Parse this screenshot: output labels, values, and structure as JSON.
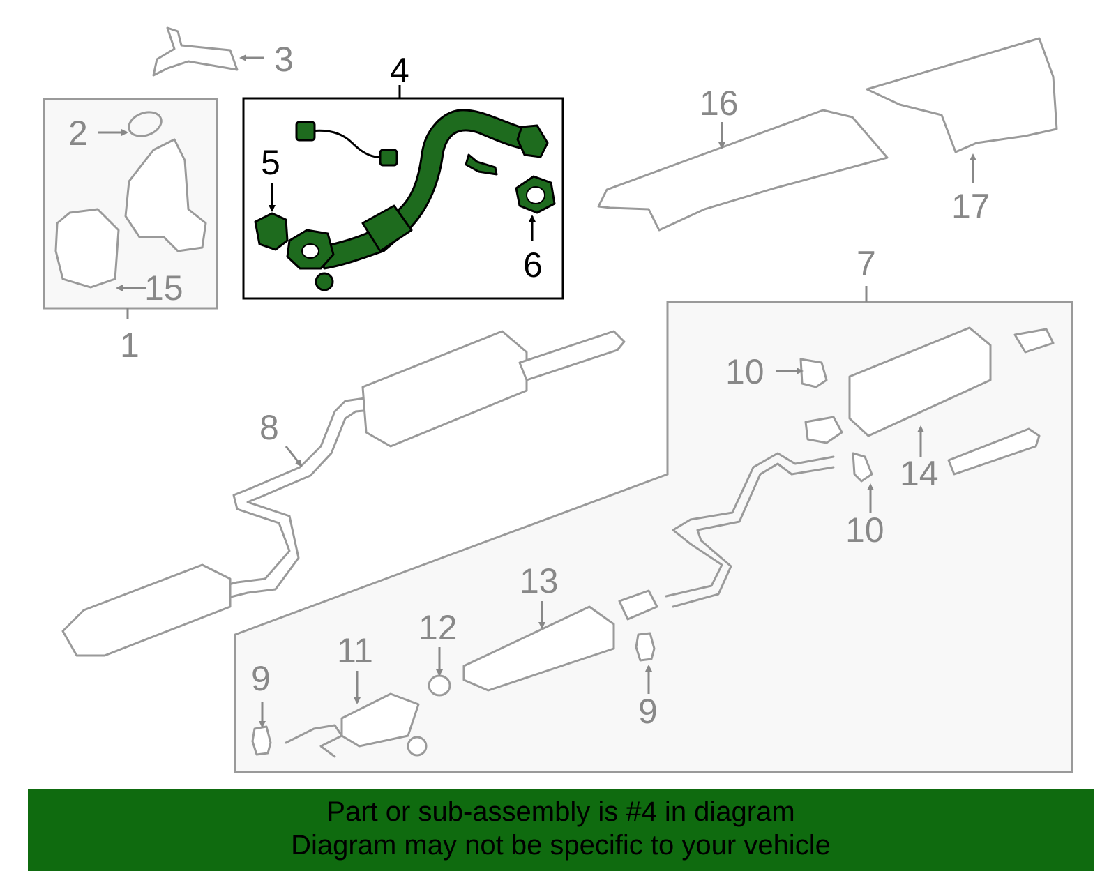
{
  "callouts": {
    "n1": "1",
    "n2": "2",
    "n3": "3",
    "n4": "4",
    "n5": "5",
    "n6": "6",
    "n7": "7",
    "n8": "8",
    "n9a": "9",
    "n9b": "9",
    "n10a": "10",
    "n10b": "10",
    "n11": "11",
    "n12": "12",
    "n13": "13",
    "n14": "14",
    "n15": "15",
    "n16": "16",
    "n17": "17"
  },
  "highlight": {
    "part_number": "4",
    "color": "#1e6b1e"
  },
  "banner": {
    "line1": "Part or sub-assembly is #4 in diagram",
    "line2": "Diagram may not be specific to your vehicle",
    "background": "#0f6b0f"
  }
}
